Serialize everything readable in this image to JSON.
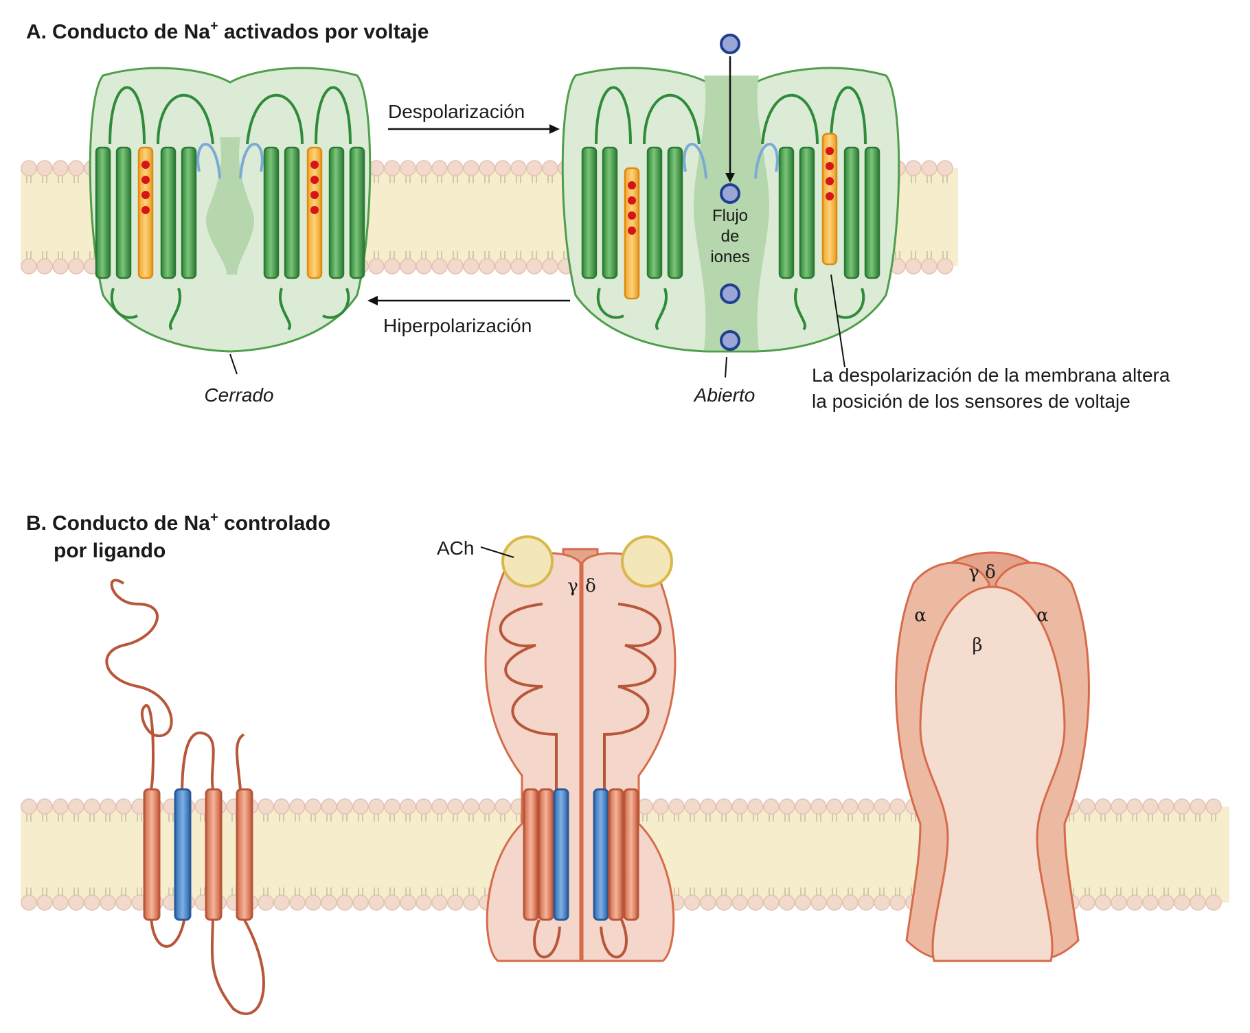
{
  "panel_a": {
    "title_prefix": "A.",
    "title_main": "Conducto de Na",
    "title_sup": "+",
    "title_suffix": " activados por voltaje",
    "arrow_forward_label": "Despolarización",
    "arrow_back_label": "Hiperpolarización",
    "state_closed": "Cerrado",
    "state_open": "Abierto",
    "pore_label_lines": [
      "Flujo",
      "de",
      "iones"
    ],
    "annotation_lines": [
      "La despolarización de la membrana altera",
      "la posición de los sensores de voltaje"
    ]
  },
  "panel_b": {
    "title_prefix": "B.",
    "title_main": "Conducto de Na",
    "title_sup": "+",
    "title_suffix": " controlado",
    "title_line2": "por ligando",
    "ligand_label": "ACh",
    "subunits_middle": [
      "γ",
      "δ"
    ],
    "subunits_right": {
      "top": [
        "γ",
        "δ"
      ],
      "left": "α",
      "right": "α",
      "front": "β"
    }
  },
  "colors": {
    "membrane": "#f5edcc",
    "lipid_head": "#f1d9cc",
    "protein_green_fill": "#dcebd6",
    "protein_green_stroke": "#4e9e4a",
    "helix_green": "#2f8a3a",
    "sensor_orange": "#f0a830",
    "charge_red": "#d7141a",
    "loop_blue": "#7aaad6",
    "ion_fill": "#9aa6d6",
    "ion_stroke": "#1f3f8f",
    "receptor_fill": "#f4d6ca",
    "receptor_stroke": "#d66b4a",
    "ach_fill": "#f3e6b8",
    "ach_stroke": "#d9b84a",
    "helix_blue": "#3a7cc4"
  }
}
